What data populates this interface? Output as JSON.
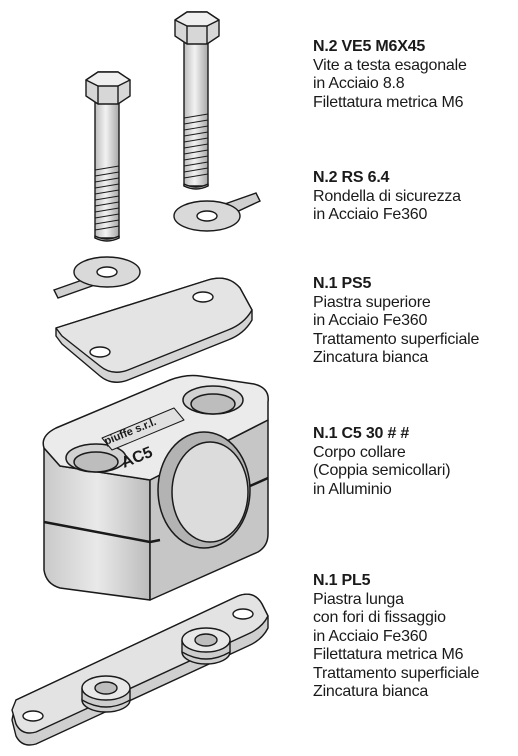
{
  "parts": [
    {
      "code": "N.2 VE5 M6X45",
      "lines": [
        "Vite a testa esagonale",
        "in Acciaio 8.8",
        "Filettatura metrica M6"
      ]
    },
    {
      "code": "N.2 RS 6.4",
      "lines": [
        "Rondella di sicurezza",
        "in Acciaio Fe360"
      ]
    },
    {
      "code": "N.1 PS5",
      "lines": [
        "Piastra superiore",
        "in Acciaio Fe360",
        "Trattamento superficiale",
        "Zincatura bianca"
      ]
    },
    {
      "code": "N.1 C5 30 # #",
      "lines": [
        "Corpo collare",
        "(Coppia semicollari)",
        "in Alluminio"
      ]
    },
    {
      "code": "N.1 PL5",
      "lines": [
        "Piastra lunga",
        "con fori di fissaggio",
        "in Acciaio Fe360",
        "Filettatura metrica M6",
        "Trattamento superficiale",
        "Zincatura bianca"
      ]
    }
  ],
  "body_markings": {
    "brand": "piuffe s.r.l.",
    "model": "AC5"
  },
  "colors": {
    "outline": "#1a1a1a",
    "metal_light": "#e6e6e6",
    "metal_mid": "#cfcfcf",
    "metal_dark": "#a9a9a9"
  }
}
